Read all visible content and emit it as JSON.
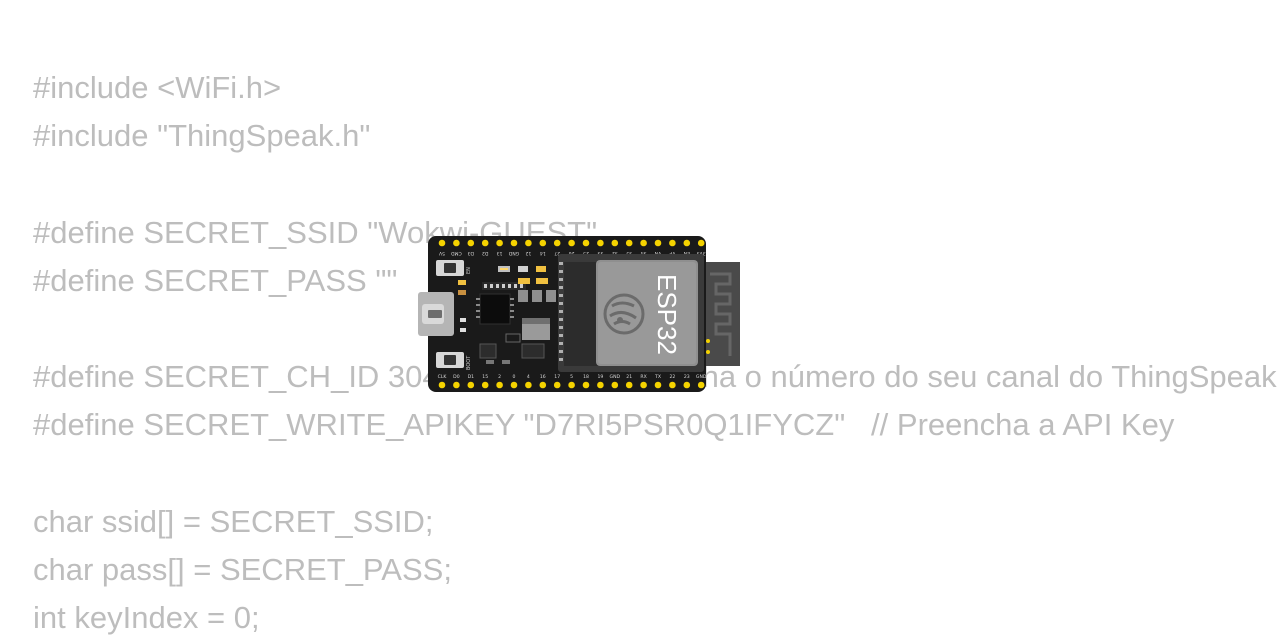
{
  "code_lines": [
    "#include <WiFi.h>",
    "#include \"ThingSpeak.h\"",
    "",
    "#define SECRET_SSID \"Wokwi-GUEST\"",
    "#define SECRET_PASS \"\"",
    "",
    "#define SECRET_CH_ID 3041234        // Preencha o número do seu canal do ThingSpeak",
    "#define SECRET_WRITE_APIKEY \"D7RI5PSR0Q1IFYCZ\"   // Preencha a API Key",
    "",
    "char ssid[] = SECRET_SSID;",
    "char pass[] = SECRET_PASS;",
    "int keyIndex = 0;"
  ],
  "board": {
    "chip_label": "ESP32",
    "button_en_label": "EN",
    "button_boot_label": "BOOT",
    "top_pins": [
      "5V",
      "CMD",
      "D3",
      "D2",
      "13",
      "GND",
      "12",
      "14",
      "27",
      "26",
      "25",
      "33",
      "32",
      "35",
      "34",
      "VN",
      "VP",
      "EN",
      "3V3"
    ],
    "bottom_pins": [
      "CLK",
      "D0",
      "D1",
      "15",
      "2",
      "0",
      "4",
      "16",
      "17",
      "5",
      "18",
      "19",
      "GND",
      "21",
      "RX",
      "TX",
      "22",
      "23",
      "GND"
    ]
  },
  "colors": {
    "code_text": "#bdbdbd",
    "board_body": "#1a1a1a",
    "pin_gold": "#f5d300",
    "module_silver": "#8f8f8f",
    "antenna_gray": "#4a4a4a"
  }
}
